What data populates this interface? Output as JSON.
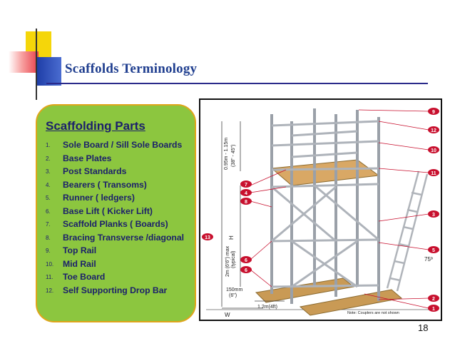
{
  "slide": {
    "title": "Scaffolds Terminology",
    "page_number": "18"
  },
  "parts": {
    "heading": "Scaffolding Parts",
    "items": [
      {
        "num": "1.",
        "label": "Sole Board / Sill Sole Boards"
      },
      {
        "num": "2.",
        "label": "Base Plates"
      },
      {
        "num": "3.",
        "label": "Post Standards"
      },
      {
        "num": "4.",
        "label": "Bearers ( Transoms)"
      },
      {
        "num": "5.",
        "label": "Runner ( ledgers)"
      },
      {
        "num": "6.",
        "label": "Base Lift ( Kicker Lift)"
      },
      {
        "num": "7.",
        "label": "Scaffold Planks ( Boards)"
      },
      {
        "num": "8.",
        "label": "Bracing Transverse /diagonal"
      },
      {
        "num": "9.",
        "label": "Top Rail"
      },
      {
        "num": "10.",
        "label": "Mid Rail"
      },
      {
        "num": "11.",
        "label": "Toe Board"
      },
      {
        "num": "12.",
        "label": "Self Supporting Drop Bar"
      }
    ]
  },
  "diagram": {
    "dim_top": "0.95m - 1.15m",
    "dim_top_ft": "(38\" - 45\")",
    "dim_h": "H",
    "dim_lift": "2m (6'6\") max",
    "dim_lift_typ": "(typical)",
    "dim_base": "150mm",
    "dim_base_in": "(6\")",
    "dim_w_val": "1.2m(4ft)",
    "dim_w": "W",
    "angle": "75º",
    "note": "Note: Couplers are not shown",
    "callouts": {
      "c1": "1",
      "c2": "2",
      "c3": "3",
      "c4": "4",
      "c5": "5",
      "c6": "6",
      "c7": "7",
      "c8": "8",
      "c9": "9",
      "c10": "10",
      "c11": "11",
      "c12": "12",
      "c13": "13"
    }
  },
  "colors": {
    "title": "#1f3e8f",
    "box_fill": "#8cc63f",
    "box_border": "#e0a51a",
    "callout": "#c8102e",
    "deco_yellow": "#f5d60a",
    "deco_blue": "#1f3ea8",
    "deco_red": "#e8404a"
  }
}
